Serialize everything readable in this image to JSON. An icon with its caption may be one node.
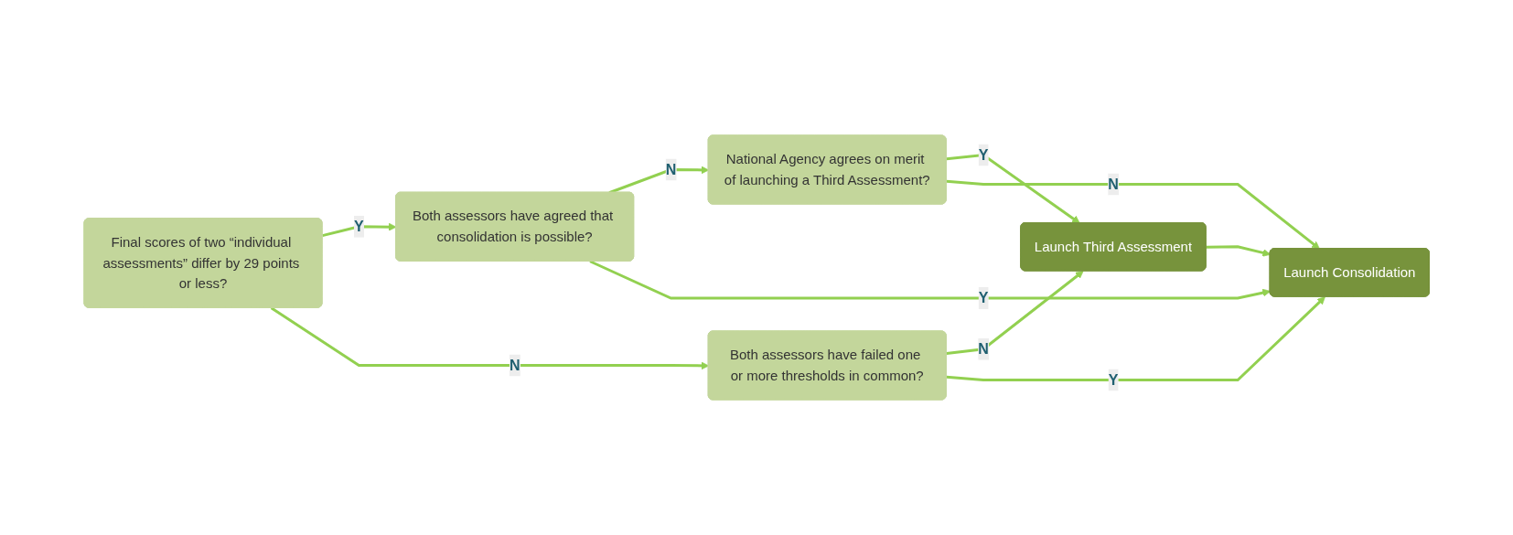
{
  "diagram": {
    "nodes": [
      {
        "text": [
          "Final scores of two “individual assessments” differ by 29 points or less?"
        ]
      },
      {
        "text": [
          "Both assessors have failed one or more thresholds in common?"
        ]
      },
      {
        "text": [
          "Both assessors have agreed that consolidation is possible?"
        ]
      },
      {
        "text": [
          "National Agency agrees on merit of launching a Third Assessment?"
        ]
      },
      {
        "text": [
          "Launch Third Assessment"
        ]
      },
      {
        "text": [
          "Launch Consolidation"
        ]
      }
    ],
    "edges": [
      {
        "from": 0,
        "to": 2,
        "arrow": "to",
        "label": "Y"
      },
      {
        "from": 0,
        "to": 1,
        "arrow": "to",
        "label": "N"
      },
      {
        "from": 2,
        "to": 3,
        "arrow": "to",
        "label": "N"
      },
      {
        "from": 1,
        "to": 4,
        "arrow": "to",
        "label": "N"
      },
      {
        "from": 1,
        "to": 5,
        "arrow": "to",
        "label": "Y"
      },
      {
        "from": 2,
        "to": 5,
        "arrow": "to",
        "label": "Y"
      },
      {
        "from": 3,
        "to": 4,
        "arrow": "to",
        "label": "Y"
      },
      {
        "from": 3,
        "to": 5,
        "arrow": "to",
        "label": "N"
      },
      {
        "from": 4,
        "to": 5,
        "arrow": "to"
      }
    ]
  }
}
